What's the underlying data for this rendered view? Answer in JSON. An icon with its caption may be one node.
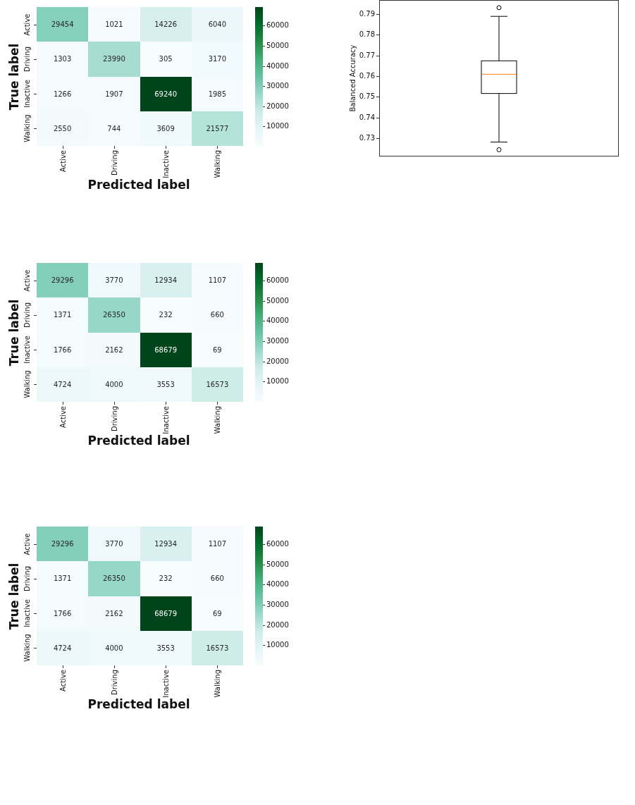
{
  "diagram": {
    "labels": [
      "True label",
      "Active",
      "29454",
      "1021",
      "14226",
      "6040",
      "Driving",
      "1303",
      "23990",
      "305",
      "3170",
      "Inactive",
      "1266",
      "1907",
      "69240",
      "1985",
      "Walking",
      "2550",
      "744",
      "3609",
      "21577",
      "60000",
      "50000",
      "40000",
      "30000",
      "20000",
      "10000",
      "Active",
      "Driving",
      "Inactive",
      "Walking",
      "Predicted label",
      "True label",
      "Active",
      "29296",
      "3770",
      "12934",
      "1107",
      "Driving",
      "1371",
      "26350",
      "232",
      "660",
      "Inactive",
      "1766",
      "2162",
      "68679",
      "69",
      "Walking",
      "4724",
      "4000",
      "3553",
      "16573",
      "60000",
      "50000",
      "40000",
      "30000",
      "20000",
      "10000",
      "Active",
      "Driving",
      "Inactive",
      "Walking",
      "Predicted label",
      "True label",
      "Active",
      "29296",
      "3770",
      "12934",
      "1107",
      "Driving",
      "1371",
      "26350",
      "232",
      "660",
      "Inactive",
      "1766",
      "2162",
      "68679",
      "69",
      "Walking",
      "4724",
      "4000",
      "3553",
      "16573",
      "60000",
      "50000",
      "40000",
      "30000",
      "20000",
      "10000",
      "Active",
      "Driving",
      "Inactive",
      "Walking",
      "Predicted label",
      "0.79",
      "0.78",
      "0.77",
      "0.76",
      "0.75",
      "0.74",
      "0.73",
      "Balanced Accuracy"
    ]
  }
}
